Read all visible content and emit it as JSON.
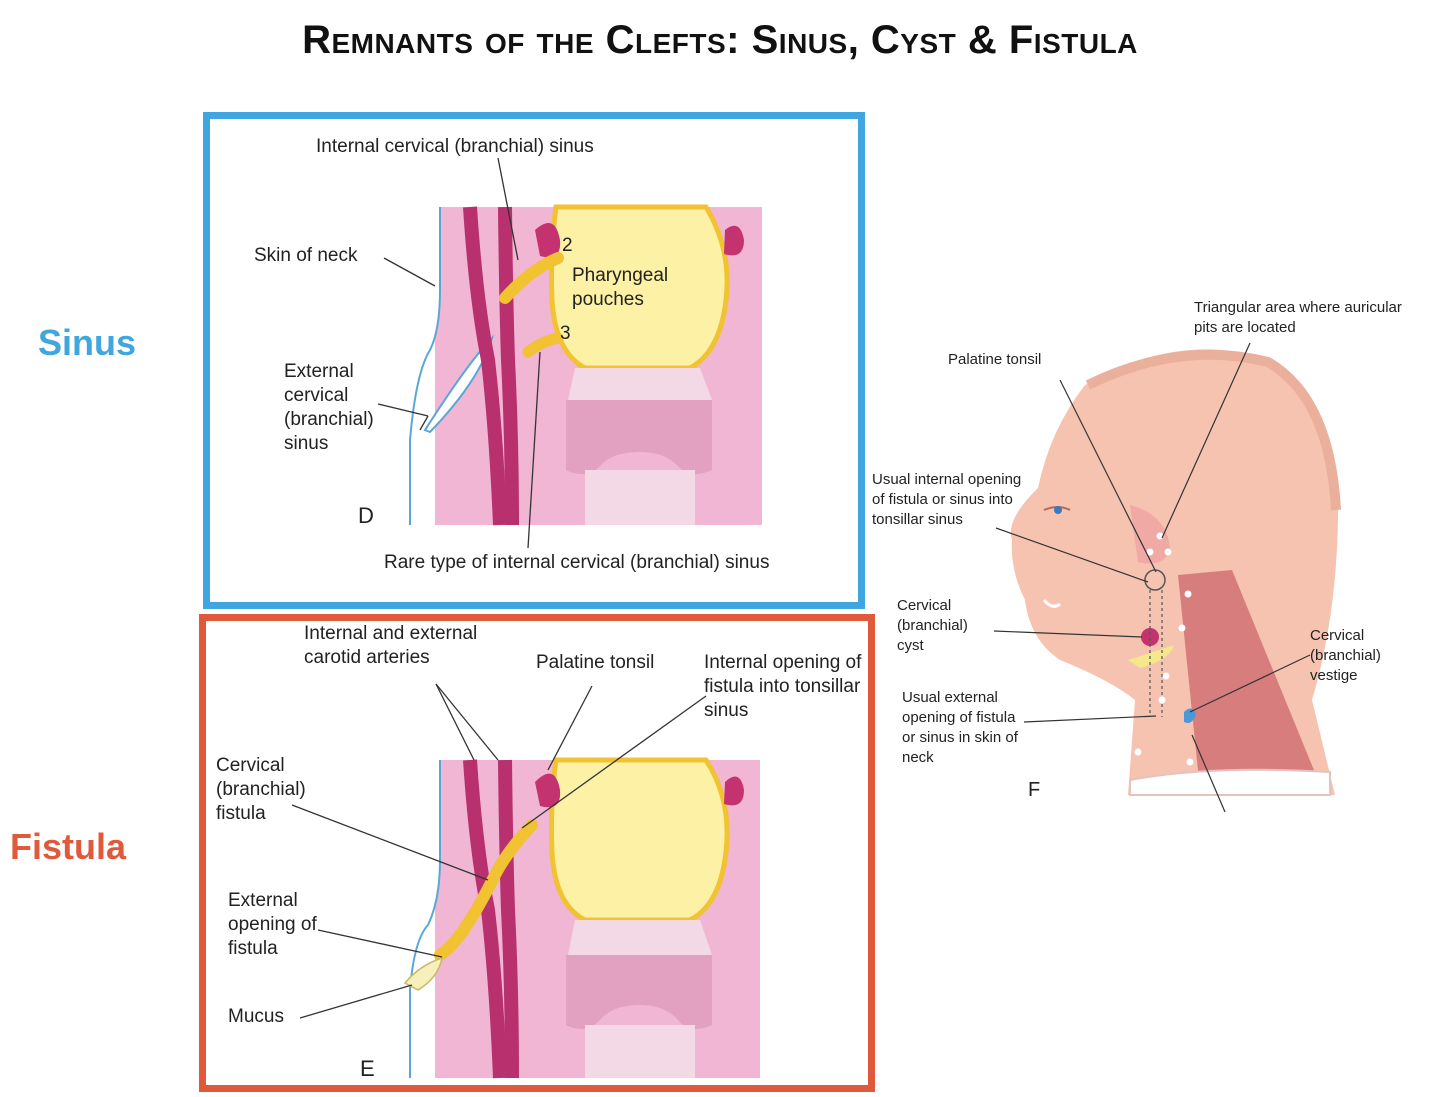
{
  "title": "Remnants of the Clefts: Sinus, Cyst & Fistula",
  "side_labels": {
    "sinus": "Sinus",
    "fistula": "Fistula"
  },
  "colors": {
    "sinus_frame": "#40a6e0",
    "fistula_frame": "#e0593a",
    "tissue": "#f0b6d3",
    "vessel": "#b8306e",
    "pharynx": "#fdf1a5",
    "pouch": "#f1c232",
    "skin_face": "#f6c3b0"
  },
  "panel_d": {
    "letter": "D",
    "labels": {
      "internal_sinus": "Internal cervical (branchial) sinus",
      "skin_of_neck": "Skin of neck",
      "pharyngeal_pouches": "Pharyngeal pouches",
      "pouch_2": "2",
      "pouch_3": "3",
      "external_sinus": "External cervical (branchial) sinus",
      "rare_internal_sinus": "Rare type of internal cervical (branchial) sinus"
    }
  },
  "panel_e": {
    "letter": "E",
    "labels": {
      "carotid_arteries": "Internal and external carotid arteries",
      "palatine_tonsil": "Palatine tonsil",
      "internal_opening": "Internal opening of fistula into tonsillar sinus",
      "cervical_fistula": "Cervical (branchial) fistula",
      "external_opening": "External opening of fistula",
      "mucus": "Mucus"
    }
  },
  "panel_f": {
    "letter": "F",
    "labels": {
      "triangular_area": "Triangular area where auricular pits are located",
      "palatine_tonsil": "Palatine tonsil",
      "usual_internal_opening": "Usual internal opening of fistula or sinus into tonsillar sinus",
      "cervical_cyst": "Cervical (branchial) cyst",
      "cervical_vestige": "Cervical (branchial) vestige",
      "usual_external_opening": "Usual external opening of fistula or sinus in skin of neck"
    }
  }
}
